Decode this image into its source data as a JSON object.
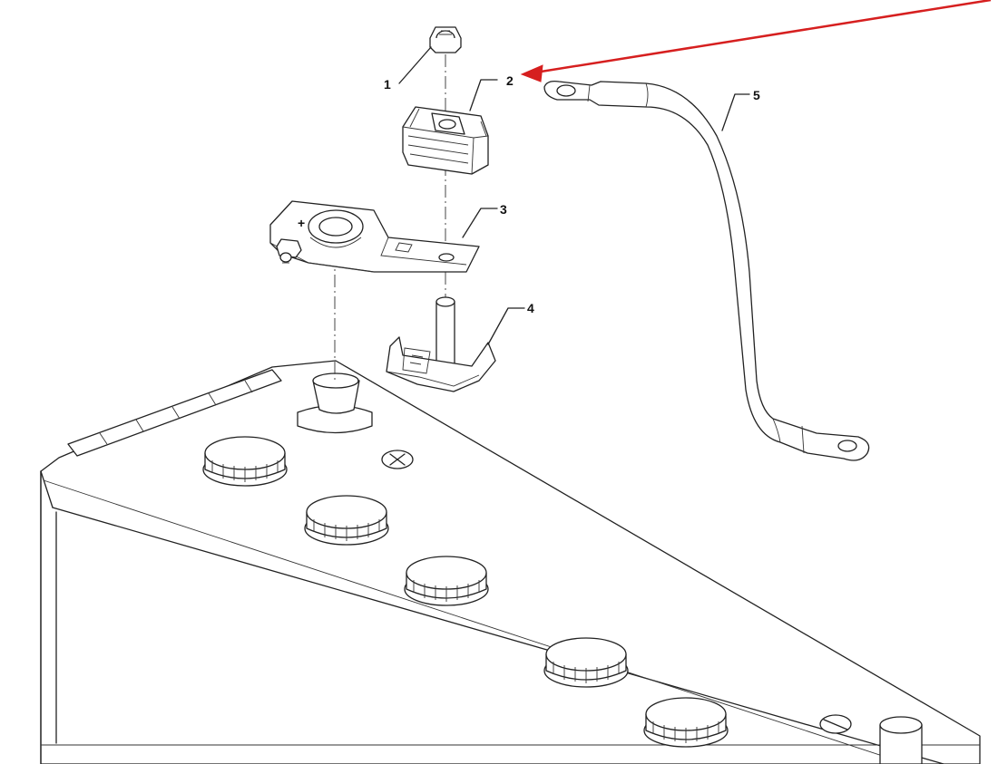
{
  "diagram": {
    "parts": [
      {
        "id": "1",
        "label": "1"
      },
      {
        "id": "2",
        "label": "2"
      },
      {
        "id": "3",
        "label": "3"
      },
      {
        "id": "4",
        "label": "4"
      },
      {
        "id": "5",
        "label": "5"
      }
    ],
    "terminal_polarity_mark": "+",
    "highlight_color": "#d61f1f",
    "highlighted_part": "2",
    "icons": [
      "battery-icon",
      "terminal-clamp-icon",
      "hex-nut-icon",
      "cable-strap-icon",
      "vent-cap-icon"
    ]
  }
}
